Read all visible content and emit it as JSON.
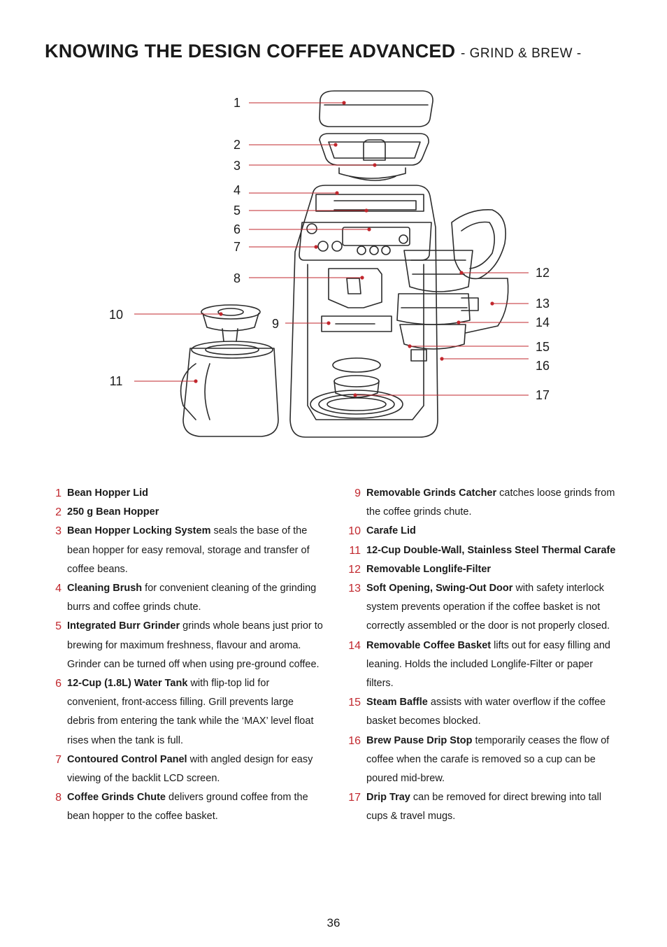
{
  "header": {
    "title": "KNOWING THE DESIGN COFFEE ADVANCED",
    "subtitle": "- GRIND & BREW -"
  },
  "diagram": {
    "callouts": [
      "1",
      "2",
      "3",
      "4",
      "5",
      "6",
      "7",
      "8",
      "9",
      "10",
      "11",
      "12",
      "13",
      "14",
      "15",
      "16",
      "17"
    ]
  },
  "left_items": [
    {
      "num": "1",
      "term": "Bean Hopper Lid",
      "desc": ""
    },
    {
      "num": "2",
      "term": "250 g Bean Hopper",
      "desc": ""
    },
    {
      "num": "3",
      "term": "Bean Hopper Locking System",
      "desc": " seals the base of the bean hopper for easy removal, storage and transfer of coffee beans."
    },
    {
      "num": "4",
      "term": "Cleaning Brush",
      "desc": " for convenient cleaning of the grinding burrs and coffee grinds chute."
    },
    {
      "num": "5",
      "term": "Integrated Burr Grinder",
      "desc": " grinds whole beans just prior to brewing for maximum freshness, flavour and aroma. Grinder can be turned off when using pre-ground coffee."
    },
    {
      "num": "6",
      "term": "12-Cup (1.8L) Water Tank",
      "desc": " with flip-top lid for convenient, front-access filling. Grill prevents large debris from entering the tank while the ‘MAX’ level float rises when the tank is full."
    },
    {
      "num": "7",
      "term": "Contoured Control Panel",
      "desc": " with angled design for easy viewing of the backlit LCD screen."
    },
    {
      "num": "8",
      "term": "Coffee Grinds Chute",
      "desc": " delivers ground coffee from the bean hopper to the coffee basket."
    }
  ],
  "right_items": [
    {
      "num": "9",
      "term": "Removable Grinds Catcher",
      "desc": " catches loose grinds from the coffee grinds chute."
    },
    {
      "num": "10",
      "term": "Carafe Lid",
      "desc": ""
    },
    {
      "num": "11",
      "term": "12-Cup Double-Wall, Stainless Steel Thermal Carafe",
      "desc": ""
    },
    {
      "num": "12",
      "term": "Removable Longlife-Filter",
      "desc": ""
    },
    {
      "num": "13",
      "term": "Soft Opening, Swing-Out Door",
      "desc": " with safety interlock system prevents operation if the coffee basket is not correctly assembled or the door is not properly closed."
    },
    {
      "num": "14",
      "term": "Removable Coffee Basket",
      "desc": " lifts out for easy filling and leaning. Holds the included Longlife-Filter or paper filters."
    },
    {
      "num": "15",
      "term": "Steam Baffle",
      "desc": " assists with water overflow if the coffee basket becomes blocked."
    },
    {
      "num": "16",
      "term": "Brew Pause Drip Stop",
      "desc": " temporarily ceases the flow of coffee when the carafe is removed so a cup can be poured mid-brew."
    },
    {
      "num": "17",
      "term": "Drip Tray",
      "desc": " can be removed for direct brewing into tall cups & travel mugs."
    }
  ],
  "footer": {
    "page_number": "36"
  },
  "colors": {
    "accent": "#c1272d",
    "line": "#2b2b2b"
  }
}
